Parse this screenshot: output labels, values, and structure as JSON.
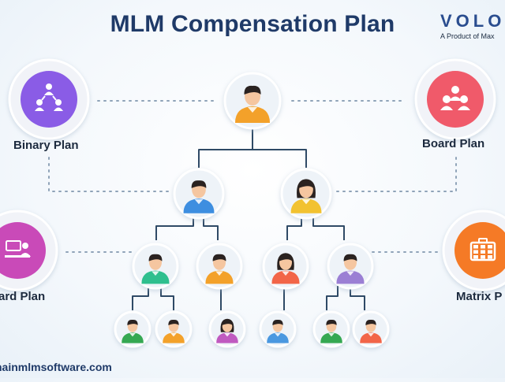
{
  "header": {
    "title": "MLM Compensation Plan",
    "brand_logo": "VOLO",
    "brand_tagline": "A Product of Max"
  },
  "plans": [
    {
      "label": "Binary Plan",
      "icon": "network-people-icon",
      "color": "#8a5ce6"
    },
    {
      "label": "Board Plan",
      "icon": "group-people-icon",
      "color": "#f05a6a"
    },
    {
      "label": "ard Plan",
      "icon": "presenter-board-icon",
      "color": "#c94ab8"
    },
    {
      "label": "Matrix P",
      "icon": "matrix-grid-icon",
      "color": "#f57a26"
    }
  ],
  "footer": {
    "url": "hainmlmsoftware.com"
  },
  "colors": {
    "connector": "#2f4a66",
    "dotted": "#8fa3b8",
    "skin": "#f5c6a0",
    "hair": "#2a2220",
    "circle": "#eef3f8"
  }
}
